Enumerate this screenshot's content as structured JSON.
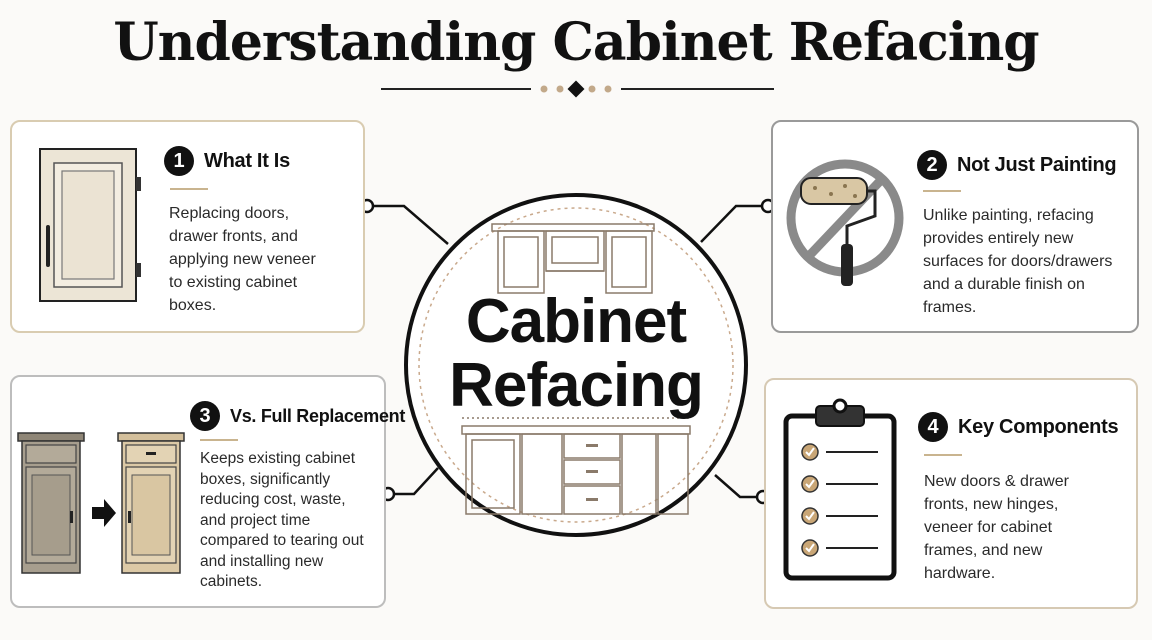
{
  "title": "Understanding Cabinet Refacing",
  "center": {
    "line1": "Cabinet",
    "line2": "Refacing"
  },
  "cards": [
    {
      "number": "1",
      "title": "What It Is",
      "body": [
        "Replacing doors,",
        "drawer fronts, and",
        "applying new veneer",
        "to existing cabinet",
        "boxes."
      ]
    },
    {
      "number": "2",
      "title": "Not Just Painting",
      "body": [
        "Unlike painting, refacing",
        "provides entirely new",
        "surfaces for doors/drawers",
        "and a durable finish on",
        "frames."
      ]
    },
    {
      "number": "3",
      "title": "Vs. Full Replacement",
      "body": [
        "Keeps existing cabinet",
        "boxes, significantly",
        "reducing cost, waste,",
        "and project time",
        "compared to tearing out",
        "and installing new",
        "cabinets."
      ]
    },
    {
      "number": "4",
      "title": "Key Components",
      "body": [
        "New doors & drawer",
        "fronts, new hinges,",
        "veneer for cabinet",
        "frames, and new",
        "hardware."
      ]
    }
  ],
  "icons": {
    "card1": "cabinet-door-icon",
    "card2": "no-paint-roller-icon",
    "card3": "cabinet-before-after-icon",
    "card4": "checklist-clipboard-icon",
    "center": "kitchen-cabinets-icon"
  },
  "colors": {
    "accent_tan": "#c9b48f",
    "card_border_tan": "#d9ccb1",
    "card_border_gray": "#9a9a9a",
    "text_dark": "#111111"
  }
}
